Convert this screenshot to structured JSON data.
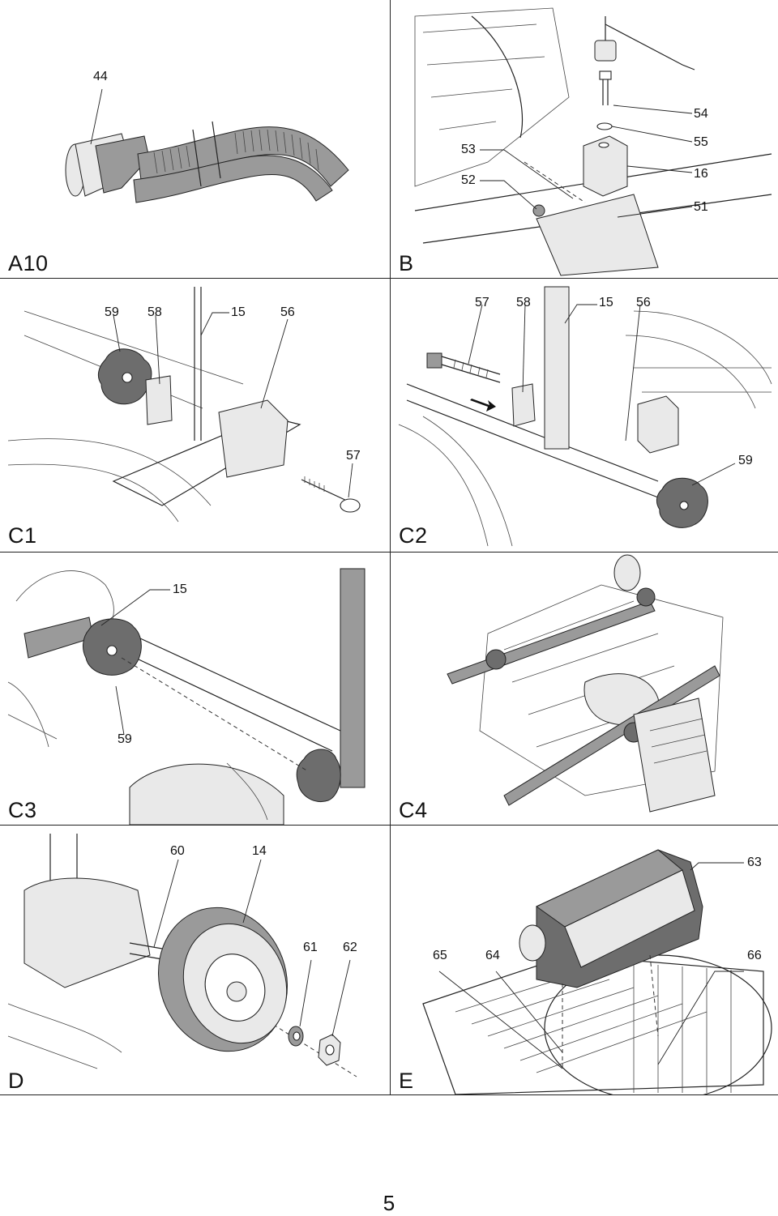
{
  "page_number": "5",
  "panels": [
    {
      "id": "A10",
      "label": "A10",
      "callouts": [
        "44"
      ]
    },
    {
      "id": "B",
      "label": "B",
      "callouts": [
        "54",
        "55",
        "53",
        "16",
        "52",
        "51"
      ]
    },
    {
      "id": "C1",
      "label": "C1",
      "callouts": [
        "59",
        "58",
        "15",
        "56",
        "57"
      ]
    },
    {
      "id": "C2",
      "label": "C2",
      "callouts": [
        "57",
        "58",
        "15",
        "56",
        "59"
      ]
    },
    {
      "id": "C3",
      "label": "C3",
      "callouts": [
        "15",
        "59"
      ]
    },
    {
      "id": "C4",
      "label": "C4",
      "callouts": []
    },
    {
      "id": "D",
      "label": "D",
      "callouts": [
        "60",
        "14",
        "61",
        "62"
      ]
    },
    {
      "id": "E",
      "label": "E",
      "callouts": [
        "63",
        "65",
        "64",
        "66"
      ]
    }
  ]
}
